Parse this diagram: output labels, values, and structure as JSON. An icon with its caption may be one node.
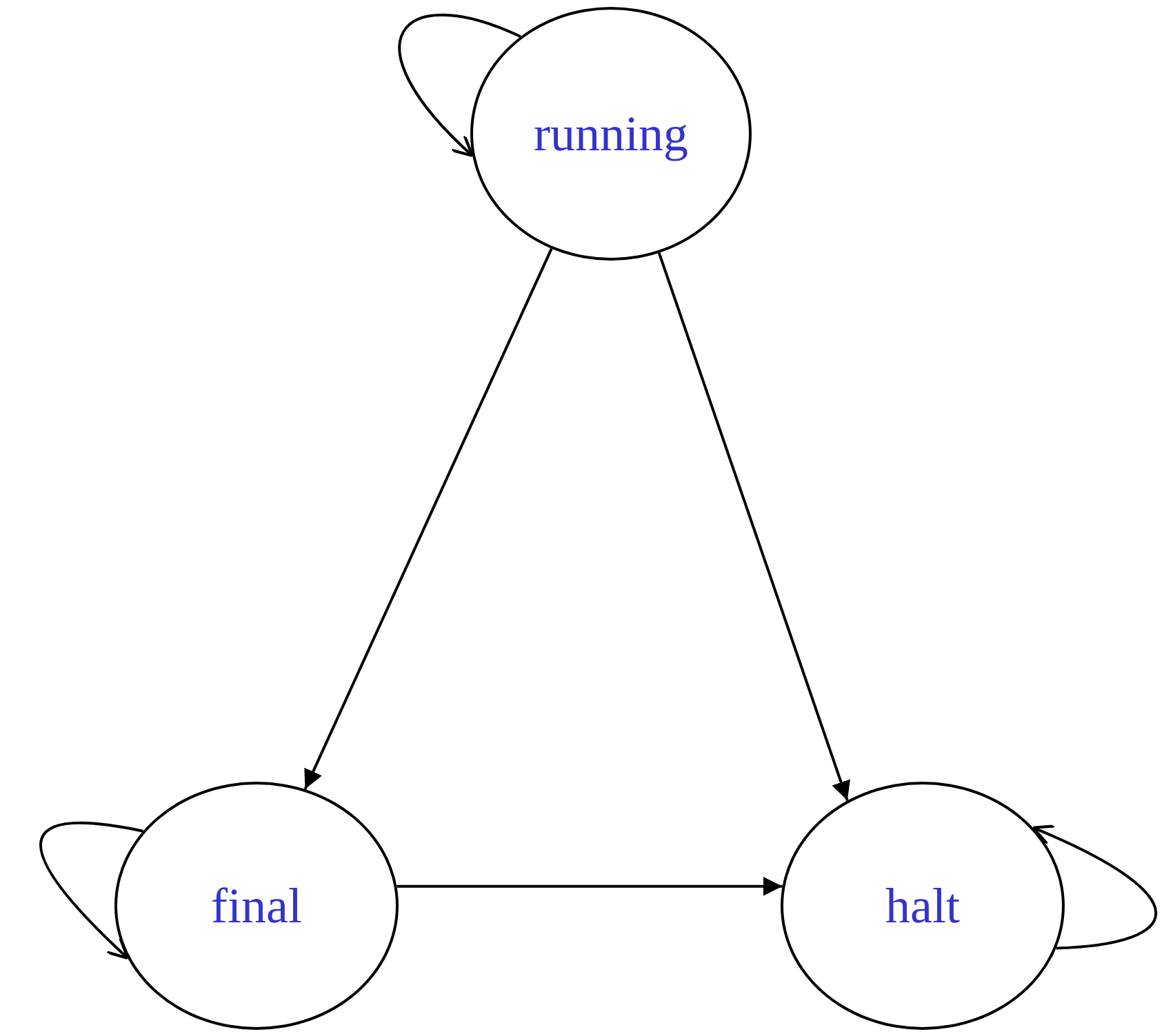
{
  "diagram": {
    "nodes": [
      {
        "text": [
          "running"
        ]
      },
      {
        "text": [
          "final"
        ]
      },
      {
        "text": [
          "halt"
        ]
      }
    ],
    "edges": [
      {
        "from": 0,
        "to": 0,
        "arrow": "to"
      },
      {
        "from": 0,
        "to": 1,
        "arrow": "to"
      },
      {
        "from": 0,
        "to": 2,
        "arrow": "to"
      },
      {
        "from": 1,
        "to": 1,
        "arrow": "to"
      },
      {
        "from": 1,
        "to": 2,
        "arrow": "to"
      },
      {
        "from": 2,
        "to": 2,
        "arrow": "to"
      }
    ]
  }
}
